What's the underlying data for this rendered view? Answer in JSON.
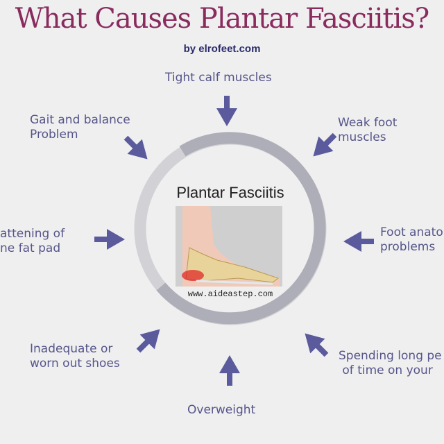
{
  "title": "What Causes Plantar Fasciitis?",
  "byline": "by elrofeet.com",
  "center": {
    "title": "Plantar Fasciitis",
    "credit": "www.aideastep.com"
  },
  "causes": [
    "Tight calf muscles",
    "Weak foot\nmuscles",
    "Foot anato\nproblems",
    "Spending long pe\n of time on your",
    "Overweight",
    "Inadequate or\nworn out shoes",
    "attening of\nne fat pad",
    "Gait and balance\nProblem"
  ],
  "colors": {
    "title": "#8a2b5e",
    "arrow": "#5a5a9c",
    "label": "#55558a",
    "ring_dark": "#aeaeb8",
    "ring_light": "#d2d2d6"
  }
}
